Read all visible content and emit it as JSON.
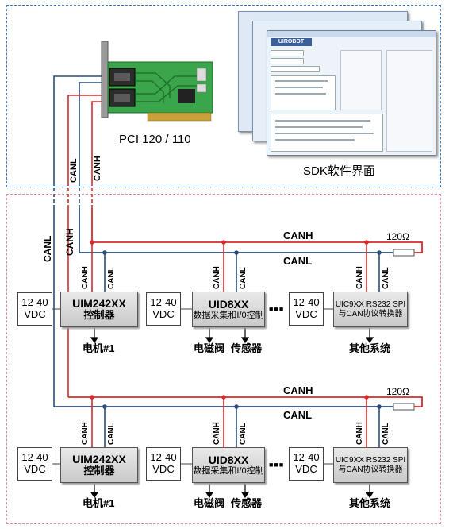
{
  "pc": {
    "card_label": "PCI 120 / 110",
    "sdk_label": "SDK软件界面",
    "screenshot_brand": "UIROBOT"
  },
  "bus": {
    "canh": "CANH",
    "canl": "CANL",
    "terminator": "120Ω"
  },
  "network_rows": [
    {
      "nodes": [
        {
          "power": [
            "12-40",
            "VDC"
          ],
          "device": [
            "UIM242XX",
            "控制器"
          ],
          "below": [
            "电机#1"
          ]
        },
        {
          "power": [
            "12-40",
            "VDC"
          ],
          "device": [
            "UID8XX",
            "数据采集和I/0控制"
          ],
          "below": [
            "电磁阀",
            "传感器"
          ]
        },
        {
          "power": [
            "12-40",
            "VDC"
          ],
          "device": [
            "UIC9XX RS232 SPI",
            "与CAN协议转换器"
          ],
          "below": [
            "其他系统"
          ]
        }
      ],
      "ellipsis": "■■■"
    },
    {
      "nodes": [
        {
          "power": [
            "12-40",
            "VDC"
          ],
          "device": [
            "UIM242XX",
            "控制器"
          ],
          "below": [
            "电机#1"
          ]
        },
        {
          "power": [
            "12-40",
            "VDC"
          ],
          "device": [
            "UID8XX",
            "数据采集和I/0控制"
          ],
          "below": [
            "电磁阀",
            "传感器"
          ]
        },
        {
          "power": [
            "12-40",
            "VDC"
          ],
          "device": [
            "UIC9XX RS232 SPI",
            "与CAN协议转换器"
          ],
          "below": [
            "其他系统"
          ]
        }
      ],
      "ellipsis": "■■■"
    }
  ],
  "colors": {
    "canh_line": "#d62b2b",
    "canl_line": "#2a4d7a",
    "pc_border": "#3b7fd4",
    "net_border": "#e58a9a",
    "pcb": "#3aa54a"
  }
}
